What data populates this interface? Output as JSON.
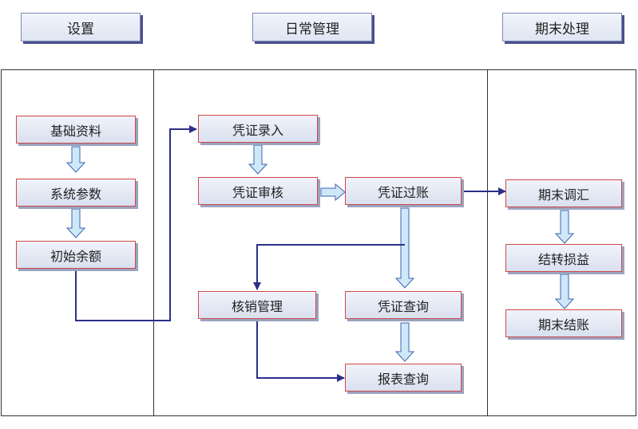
{
  "headers": {
    "setup": "设置",
    "daily": "日常管理",
    "period_end": "期末处理"
  },
  "nodes": {
    "basic_data": "基础资料",
    "system_params": "系统参数",
    "initial_balance": "初始余额",
    "voucher_entry": "凭证录入",
    "voucher_review": "凭证审核",
    "voucher_posting": "凭证过账",
    "writeoff_mgmt": "核销管理",
    "voucher_query": "凭证查询",
    "report_query": "报表查询",
    "period_end_fx": "期末调汇",
    "transfer_pl": "结转损益",
    "period_close": "期末结账"
  },
  "colors": {
    "box_border": "#d04848",
    "connector": "#2b2f8a",
    "block_arrow_fill": "#cfe8f7",
    "block_arrow_stroke": "#3d64b0"
  }
}
